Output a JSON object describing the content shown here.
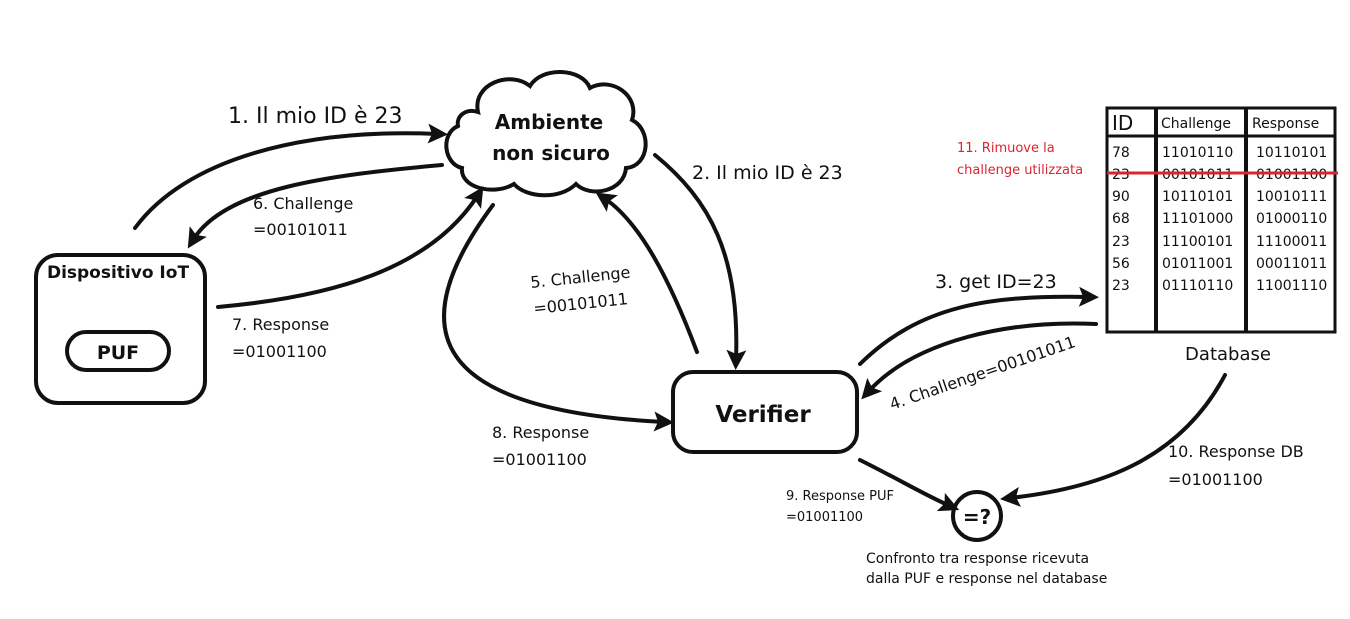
{
  "nodes": {
    "cloud_line1": "Ambiente",
    "cloud_line2": "non sicuro",
    "device_title": "Dispositivo IoT",
    "puf_label": "PUF",
    "verifier_label": "Verifier",
    "compare_symbol": "=?",
    "compare_caption_line1": "Confronto tra response ricevuta",
    "compare_caption_line2": "dalla PUF e response nel database",
    "database_label": "Database"
  },
  "arrows": {
    "a1": "1. Il mio ID è 23",
    "a2": "2. Il mio ID è 23",
    "a3": "3. get ID=23",
    "a4": "4. Challenge=00101011",
    "a5_line1": "5. Challenge",
    "a5_line2": "=00101011",
    "a6_line1": "6. Challenge",
    "a6_line2": "=00101011",
    "a7_line1": "7. Response",
    "a7_line2": "=01001100",
    "a8_line1": "8. Response",
    "a8_line2": "=01001100",
    "a9_line1": "9. Response PUF",
    "a9_line2": "=01001100",
    "a10_line1": "10. Response DB",
    "a10_line2": "=01001100",
    "a11_line1": "11. Rimuove la",
    "a11_line2": "challenge utilizzata"
  },
  "colors": {
    "ink": "#111111",
    "removal_red": "#d9262e"
  },
  "database": {
    "headers": [
      "ID",
      "Challenge",
      "Response"
    ],
    "rows": [
      [
        "78",
        "11010110",
        "10110101"
      ],
      [
        "23",
        "00101011",
        "01001100"
      ],
      [
        "90",
        "10110101",
        "10010111"
      ],
      [
        "68",
        "11101000",
        "01000110"
      ],
      [
        "23",
        "11100101",
        "11100011"
      ],
      [
        "56",
        "01011001",
        "00011011"
      ],
      [
        "23",
        "01110110",
        "11001110"
      ]
    ],
    "removed_row": 1
  }
}
